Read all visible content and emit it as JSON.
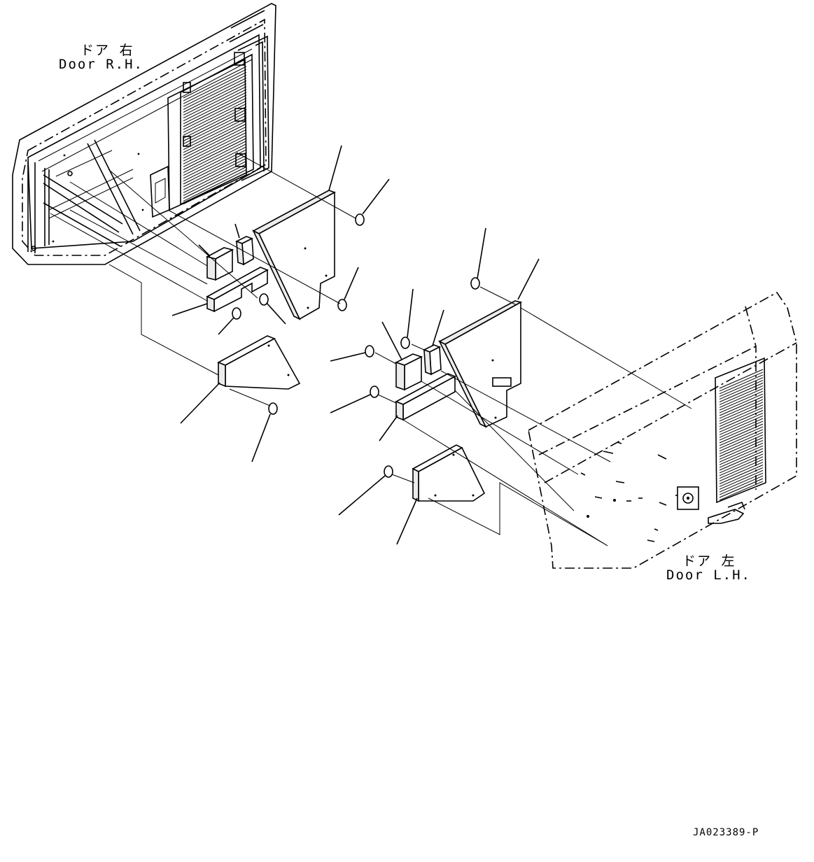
{
  "labels": {
    "door_rh_jp": "ドア 右",
    "door_rh_en": "Door R.H.",
    "door_lh_jp": "ドア 左",
    "door_lh_en": "Door L.H.",
    "drawing_code": "JA023389-P"
  }
}
